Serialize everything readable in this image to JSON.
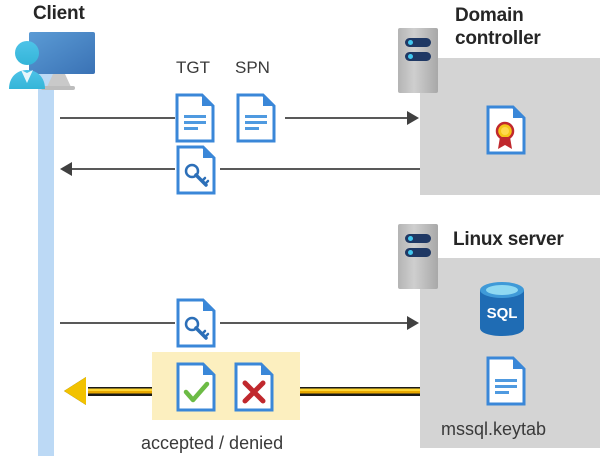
{
  "diagram": {
    "type": "sequence-diagram",
    "title": "Kerberos authentication flow between client, domain controller and Linux server"
  },
  "actors": {
    "client": {
      "label": "Client",
      "icon": "client-workstation-icon"
    },
    "domain_controller": {
      "label": "Domain controller",
      "icon": "server-tower-icon"
    },
    "linux_server": {
      "label": "Linux server",
      "icon": "server-tower-icon"
    }
  },
  "labels": {
    "tgt": "TGT",
    "spn": "SPN",
    "accepted_denied": "accepted / denied",
    "keytab": "mssql.keytab"
  },
  "icons": {
    "tgt_doc": "document-icon",
    "spn_doc": "document-icon",
    "ticket_key_doc": "document-key-icon",
    "request_key_doc": "document-key-icon",
    "certificate": "certificate-document-icon",
    "sql_database": "sql-database-icon",
    "keytab_doc": "document-icon",
    "accepted_doc": "document-check-icon",
    "denied_doc": "document-cross-icon"
  },
  "messages": [
    {
      "id": "msg-1",
      "from": "client",
      "to": "domain_controller",
      "direction": "right",
      "payload": [
        "TGT",
        "SPN"
      ]
    },
    {
      "id": "msg-2",
      "from": "domain_controller",
      "to": "client",
      "direction": "left",
      "payload": [
        "service-ticket"
      ]
    },
    {
      "id": "msg-3",
      "from": "client",
      "to": "linux_server",
      "direction": "right",
      "payload": [
        "service-ticket"
      ]
    },
    {
      "id": "msg-4",
      "from": "linux_server",
      "to": "client",
      "direction": "left",
      "payload": [
        "accepted / denied"
      ],
      "emphasis": "highlighted"
    }
  ],
  "sql_label": "SQL",
  "colors": {
    "panel": "#d4d4d4",
    "lifeline": "#bcd9f5",
    "highlight": "#fcefbf",
    "doc_blue": "#3a87d8",
    "accent_yellow": "#f2c200",
    "check_green": "#6cbb45",
    "cross_red": "#c0282d",
    "seal_gold": "#f5c518",
    "sql_blue": "#1f6cb4",
    "title_dark": "#262626"
  }
}
